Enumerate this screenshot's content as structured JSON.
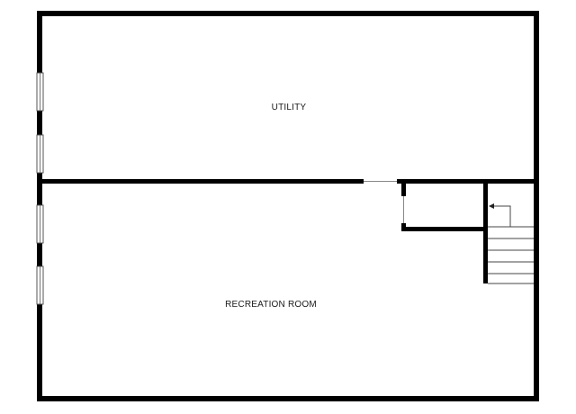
{
  "floor_plan": {
    "rooms": [
      {
        "id": "utility",
        "label": "UTILITY"
      },
      {
        "id": "recreation-room",
        "label": "RECREATION ROOM"
      }
    ],
    "colors": {
      "wall": "#000000",
      "window_fill": "#ffffff",
      "window_stroke": "#555555",
      "stair_line": "#444444",
      "door_line": "#888888"
    }
  }
}
